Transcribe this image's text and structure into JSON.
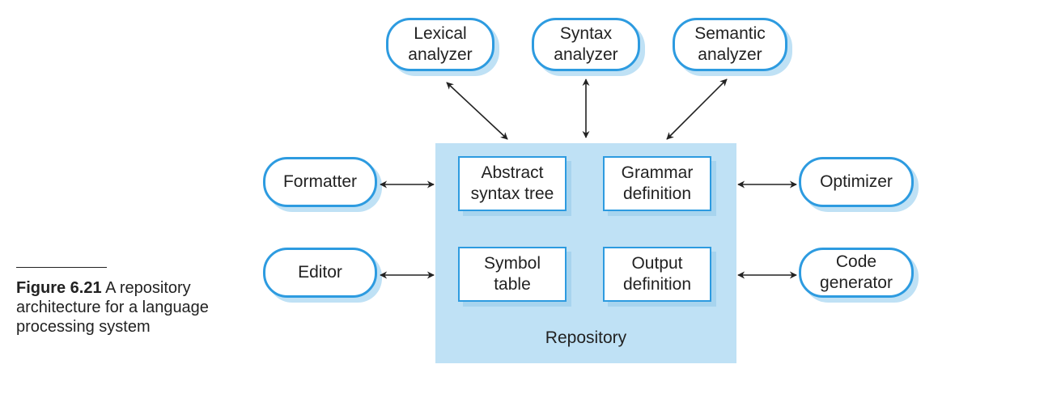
{
  "caption": {
    "figure_number": "Figure 6.21",
    "text": "A repository architecture for a language processing system"
  },
  "components": {
    "lexical_analyzer": "Lexical\nanalyzer",
    "syntax_analyzer": "Syntax\nanalyzer",
    "semantic_analyzer": "Semantic\nanalyzer",
    "formatter": "Formatter",
    "editor": "Editor",
    "optimizer": "Optimizer",
    "code_generator": "Code\ngenerator"
  },
  "repository": {
    "label": "Repository",
    "items": {
      "abstract_syntax_tree": "Abstract\nsyntax tree",
      "grammar_definition": "Grammar\ndefinition",
      "symbol_table": "Symbol\ntable",
      "output_definition": "Output\ndefinition"
    }
  },
  "colors": {
    "border_blue": "#2d9be0",
    "repository_fill": "#bfe1f5",
    "shadow": "#a7d4ee",
    "arrow": "#222222"
  }
}
